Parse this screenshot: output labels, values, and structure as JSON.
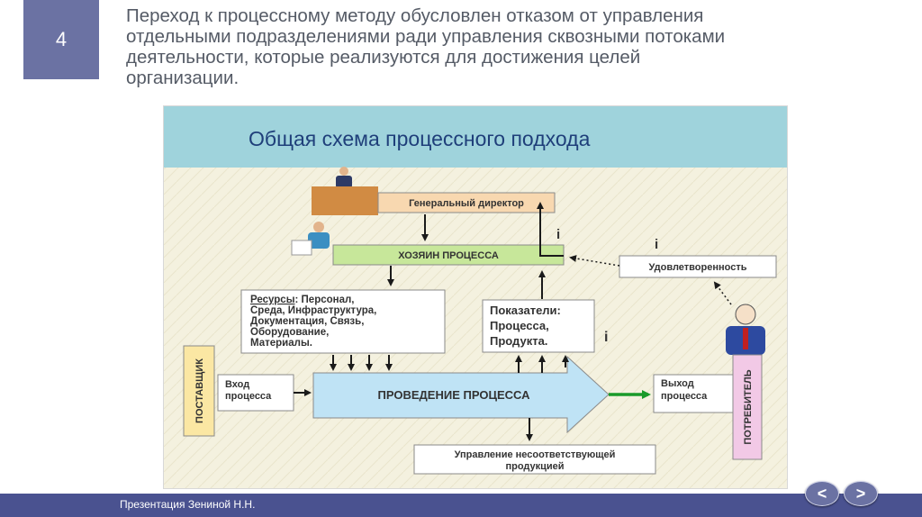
{
  "slide": {
    "number": "4",
    "heading_lines": [
      "Переход к процессному методу обусловлен отказом от управления",
      "отдельными подразделениями ради управления сквозными потоками",
      "деятельности, которые реализуются для достижения целей",
      "организации."
    ]
  },
  "diagram": {
    "title": "Общая схема процессного подхода",
    "director": "Генеральный директор",
    "owner": "ХОЗЯИН   ПРОЦЕССА",
    "satisfaction": "Удовлетворенность",
    "resources_heading": "Ресурсы",
    "resources_lines": [
      ": Персонал,",
      "Среда, Инфраструктура,",
      "Документация, Связь,",
      "Оборудование,",
      "Материалы."
    ],
    "indicators_heading": "Показатели:",
    "indicators_lines": [
      "Процесса,",
      "Продукта."
    ],
    "info_mark": "i",
    "supplier": "ПОСТАВЩИК",
    "input_lines": [
      "Вход",
      "процесса"
    ],
    "process": "ПРОВЕДЕНИЕ ПРОЦЕССА",
    "output_lines": [
      "Выход",
      "процесса"
    ],
    "consumer": "ПОТРЕБИТЕЛЬ",
    "nonconforming_lines": [
      "Управление несоответствующей",
      "продукцией"
    ]
  },
  "footer": {
    "text": "Презентация Зениной Н.Н.",
    "prev": "<",
    "next": ">"
  },
  "colors": {
    "accent": "#6b72a3",
    "footer": "#4a5290",
    "diagram_bg": "#f4f1df",
    "title_bg": "#9fd3dc",
    "owner_bg": "#c7e79a",
    "process_bg": "#bfe3f5",
    "supplier_bg": "#fbe7a3",
    "consumer_bg": "#f2c9e6",
    "output_arrow": "#1a9a2a",
    "desk": "#d18b43"
  }
}
